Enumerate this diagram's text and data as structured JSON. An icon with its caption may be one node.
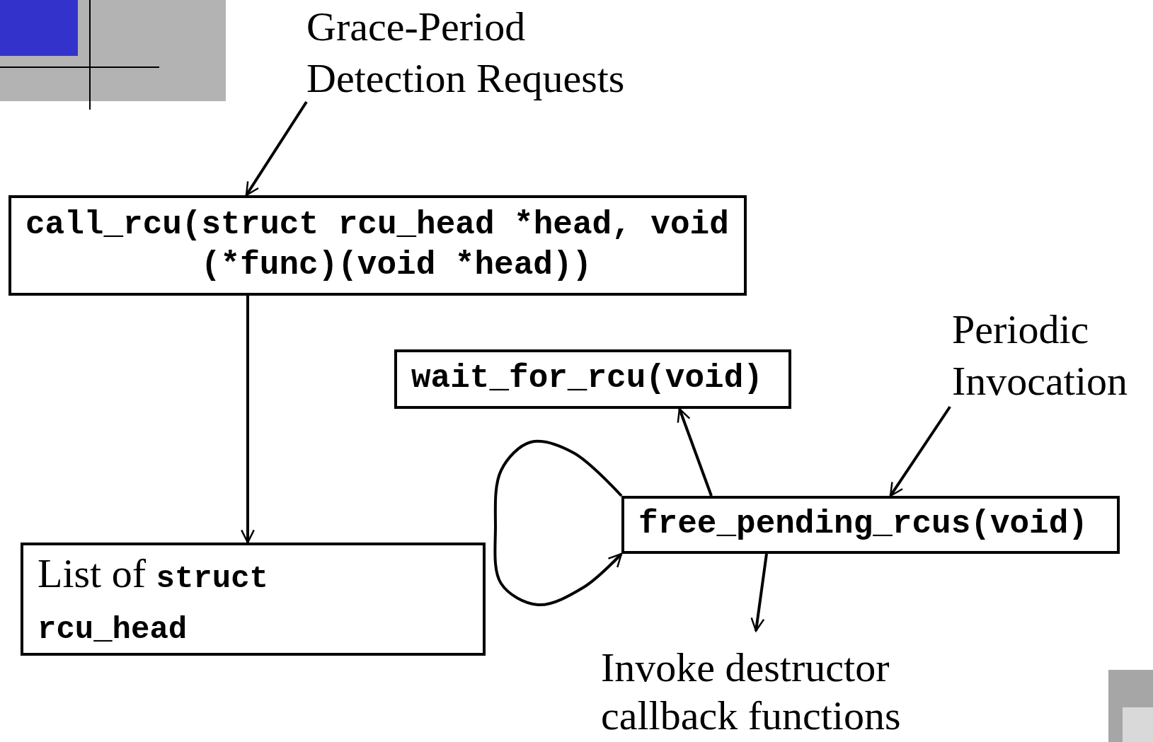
{
  "diagram": {
    "nodes": [
      {
        "text": [
          "Grace-Period Detection Requests"
        ]
      },
      {
        "text": [
          "call_rcu(struct rcu_head *head, void (*func)(void *head))"
        ]
      },
      {
        "text": [
          "List of **struct rcu_head**"
        ]
      },
      {
        "text": [
          "wait_for_rcu(void)"
        ]
      },
      {
        "text": [
          "free_pending_rcus(void)"
        ]
      },
      {
        "text": [
          "Periodic Invocation"
        ]
      },
      {
        "text": [
          "Invoke destructor callback functions"
        ]
      }
    ],
    "edges": [
      {
        "from": 0,
        "to": 1,
        "arrow": "to"
      },
      {
        "from": 1,
        "to": 2,
        "arrow": "to"
      },
      {
        "from": 4,
        "to": 3,
        "arrow": "to"
      },
      {
        "from": 5,
        "to": 4,
        "arrow": "to"
      },
      {
        "from": 4,
        "to": 6,
        "arrow": "to"
      },
      {
        "from": 4,
        "to": 4,
        "arrow": "to"
      }
    ]
  }
}
